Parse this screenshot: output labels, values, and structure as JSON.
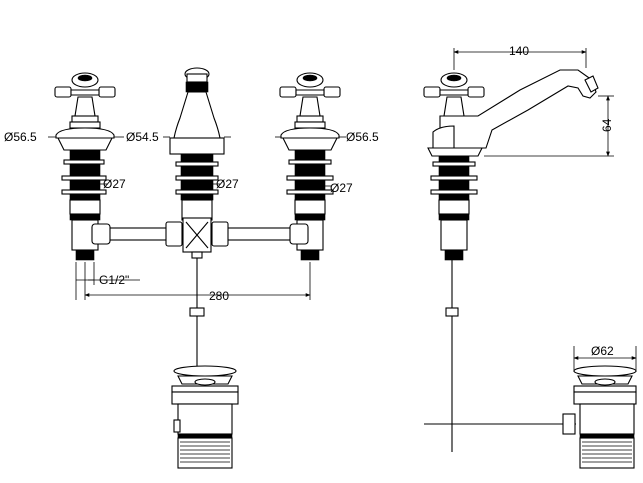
{
  "front_view": {
    "left_handle_diameter": "Ø56.5",
    "spout_diameter": "Ø54.5",
    "right_handle_diameter": "Ø56.5",
    "left_thread_diameter": "Ø27",
    "spout_thread_diameter": "Ø27",
    "right_thread_diameter": "Ø27",
    "connection_thread": "G1/2\"",
    "centres_width": "280"
  },
  "side_view": {
    "spout_reach": "140",
    "spout_height": "64",
    "waste_diameter": "Ø62"
  }
}
